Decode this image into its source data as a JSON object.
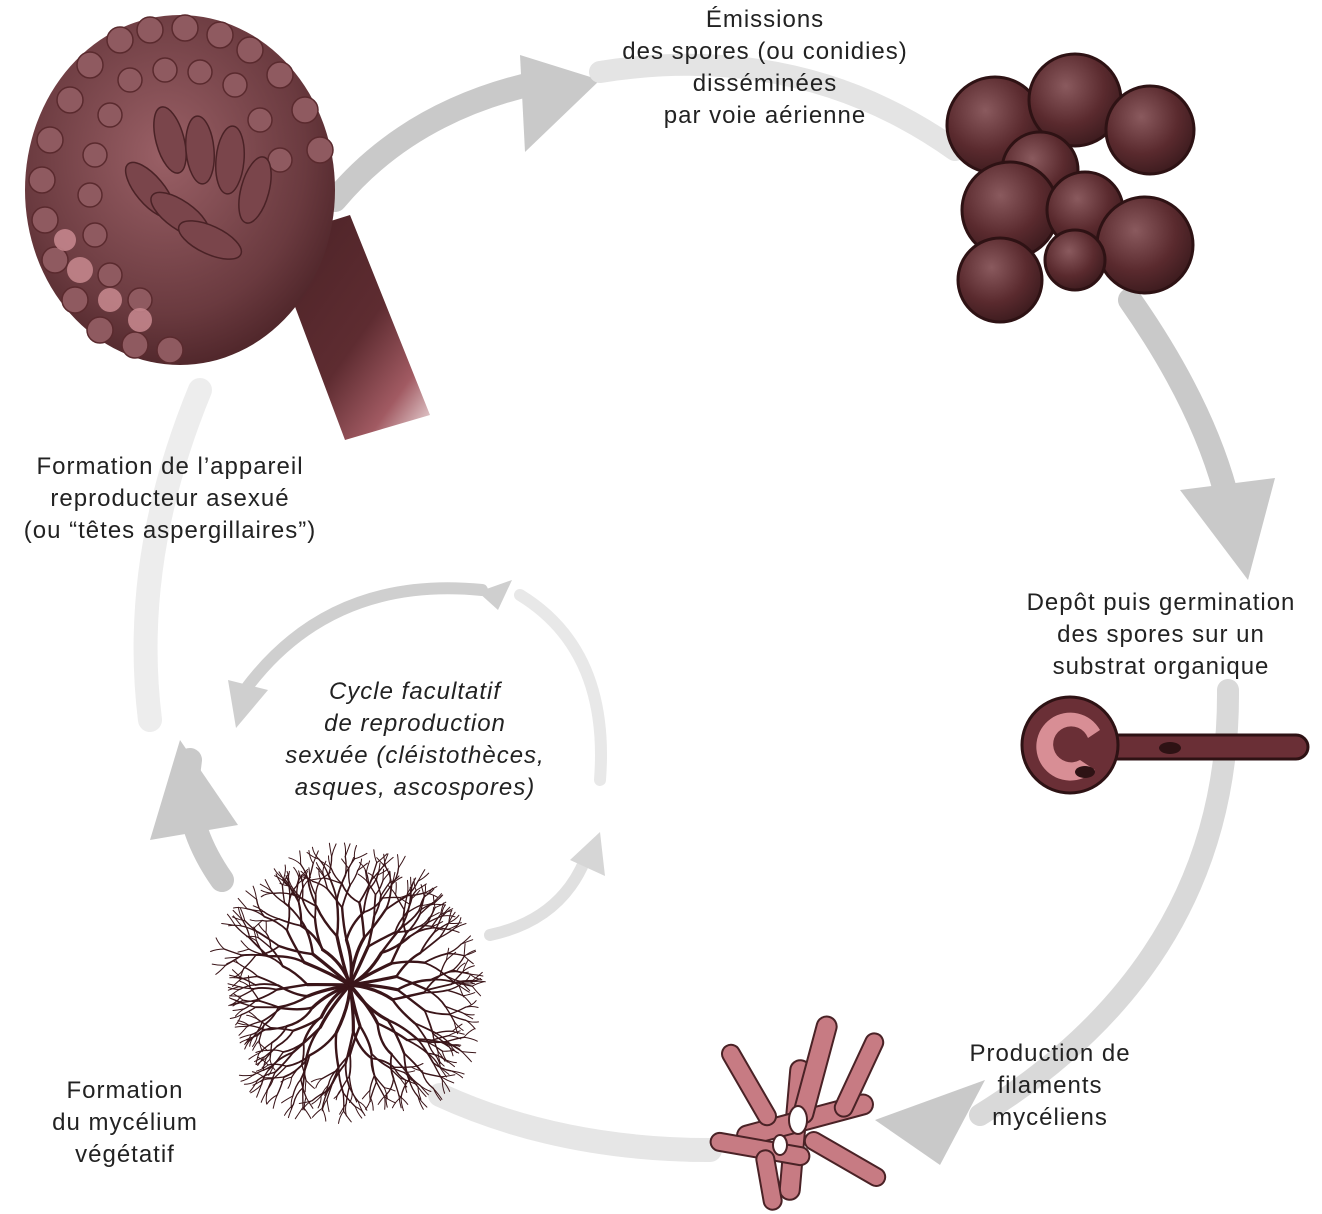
{
  "stages": {
    "emission": {
      "lines": [
        "Émissions",
        "des spores (ou conidies)",
        "disséminées",
        "par voie aérienne"
      ]
    },
    "depot": {
      "lines": [
        "Depôt puis germination",
        "des spores sur un",
        "substrat organique"
      ]
    },
    "production": {
      "lines": [
        "Production de",
        "filaments",
        "mycéliens"
      ]
    },
    "mycelium": {
      "lines": [
        "Formation",
        "du mycélium",
        "végétatif"
      ]
    },
    "appareil": {
      "lines": [
        "Formation de l’appareil",
        "reproducteur asexué",
        "(ou “têtes aspergillaires”)"
      ]
    }
  },
  "sexual_cycle": {
    "lines": [
      "Cycle facultatif",
      "de reproduction",
      "sexuée (cléistothèces,",
      "asques, ascospores)"
    ]
  },
  "colors": {
    "arrow": "#c9c9c9",
    "arrow_light": "#ececec",
    "fungus_dark": "#5a2a2e",
    "fungus_mid": "#7d3f45",
    "fungus_pink": "#d48a90",
    "text": "#222222"
  }
}
